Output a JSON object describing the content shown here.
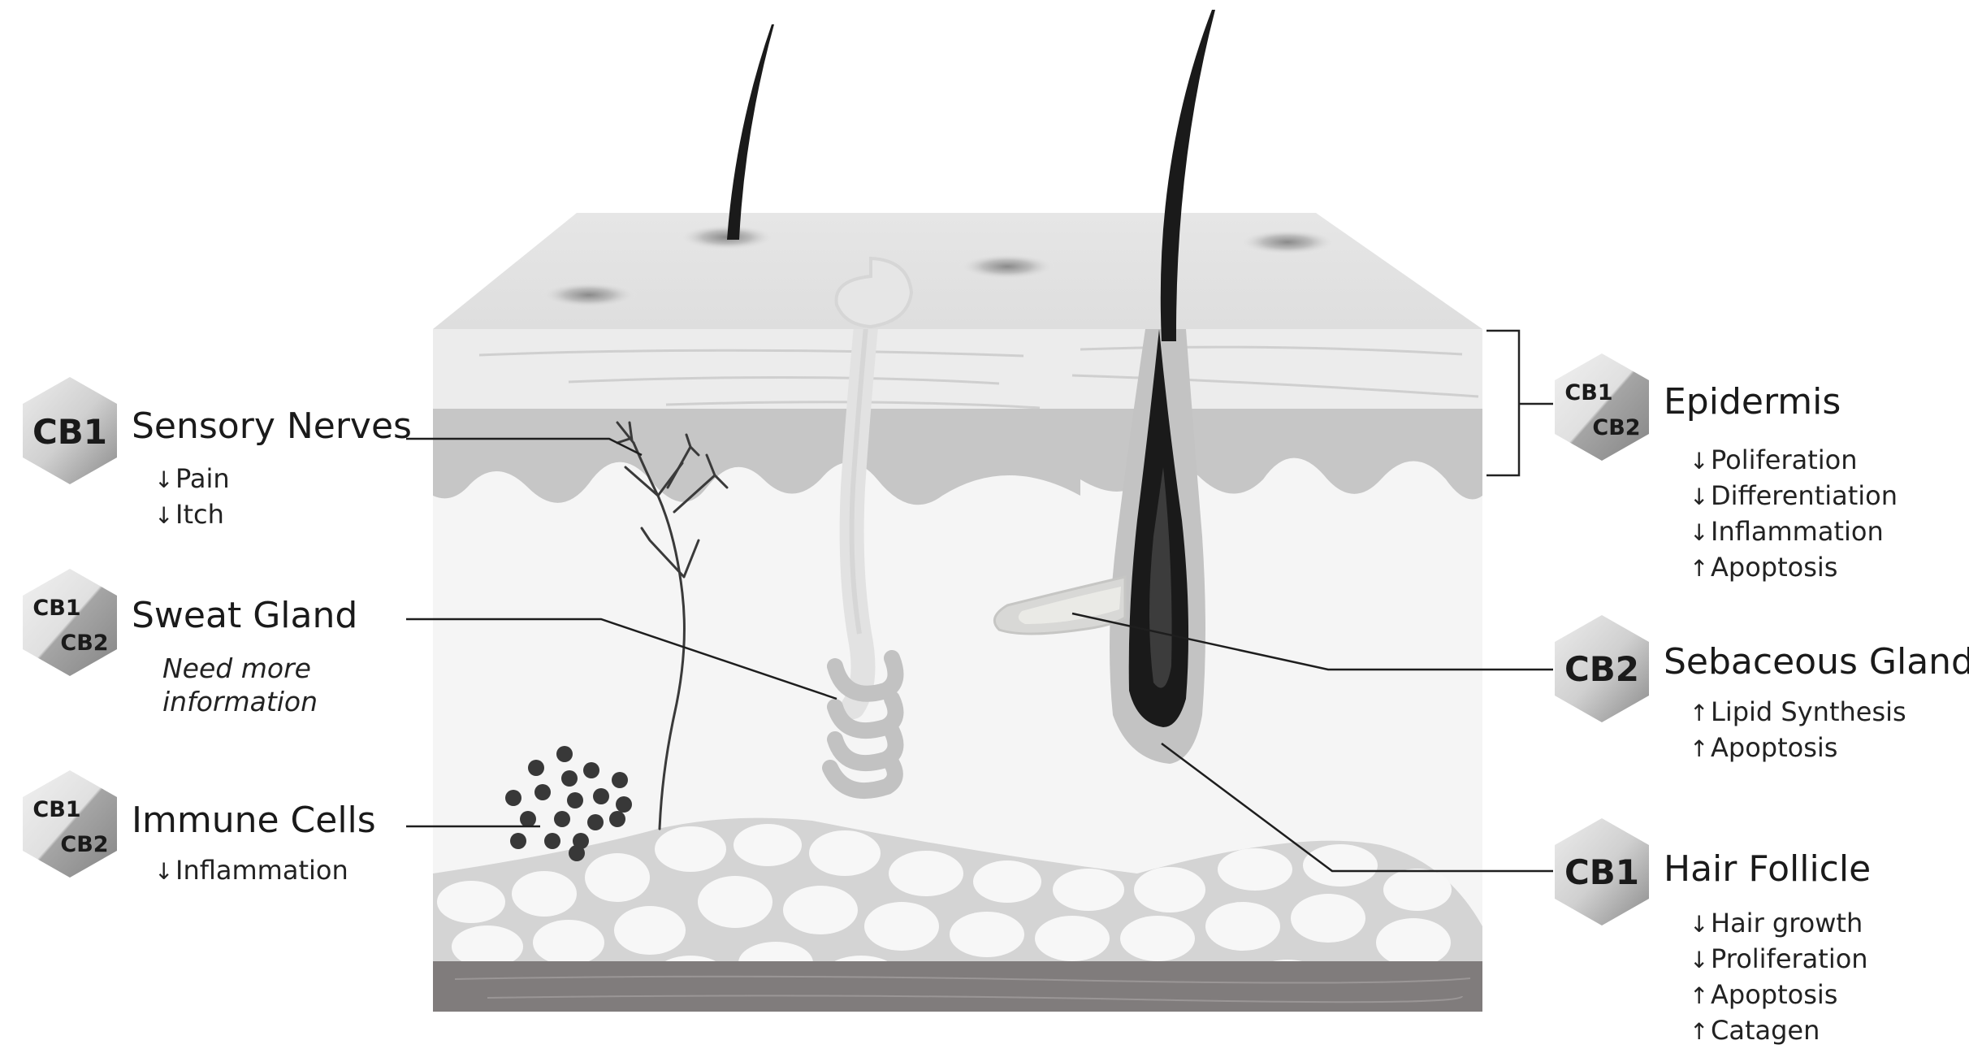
{
  "receptors": {
    "sensory_nerves": {
      "badge": [
        "CB1"
      ],
      "title": "Sensory Nerves",
      "effects": [
        {
          "dir": "down",
          "text": "Pain"
        },
        {
          "dir": "down",
          "text": "Itch"
        }
      ]
    },
    "sweat_gland": {
      "badge": [
        "CB1",
        "CB2"
      ],
      "title": "Sweat Gland",
      "note_lines": [
        "Need more",
        "information"
      ]
    },
    "immune_cells": {
      "badge": [
        "CB1",
        "CB2"
      ],
      "title": "Immune Cells",
      "effects": [
        {
          "dir": "down",
          "text": "Inflammation"
        }
      ]
    },
    "epidermis": {
      "badge": [
        "CB1",
        "CB2"
      ],
      "title": "Epidermis",
      "effects": [
        {
          "dir": "down",
          "text": "Poliferation"
        },
        {
          "dir": "down",
          "text": "Differentiation"
        },
        {
          "dir": "down",
          "text": "Inflammation"
        },
        {
          "dir": "up",
          "text": "Apoptosis"
        }
      ]
    },
    "sebaceous_gland": {
      "badge": [
        "CB2"
      ],
      "title": "Sebaceous Gland",
      "effects": [
        {
          "dir": "up",
          "text": "Lipid Synthesis"
        },
        {
          "dir": "up",
          "text": "Apoptosis"
        }
      ]
    },
    "hair_follicle": {
      "badge": [
        "CB1"
      ],
      "title": "Hair Follicle",
      "effects": [
        {
          "dir": "down",
          "text": "Hair growth"
        },
        {
          "dir": "down",
          "text": "Proliferation"
        },
        {
          "dir": "up",
          "text": "Apoptosis"
        },
        {
          "dir": "up",
          "text": "Catagen"
        }
      ]
    }
  },
  "arrow_glyphs": {
    "down": "↓",
    "up": "↑"
  },
  "colors": {
    "hex_light": "#e6e6e6",
    "hex_dark": "#8d8d8d",
    "skin_surface": "#e9e9e9",
    "epidermis_band": "#c4c4c4",
    "dermis": "#f4f4f4",
    "hair": "#1a1a1a",
    "fat_base": "#807c7c"
  }
}
